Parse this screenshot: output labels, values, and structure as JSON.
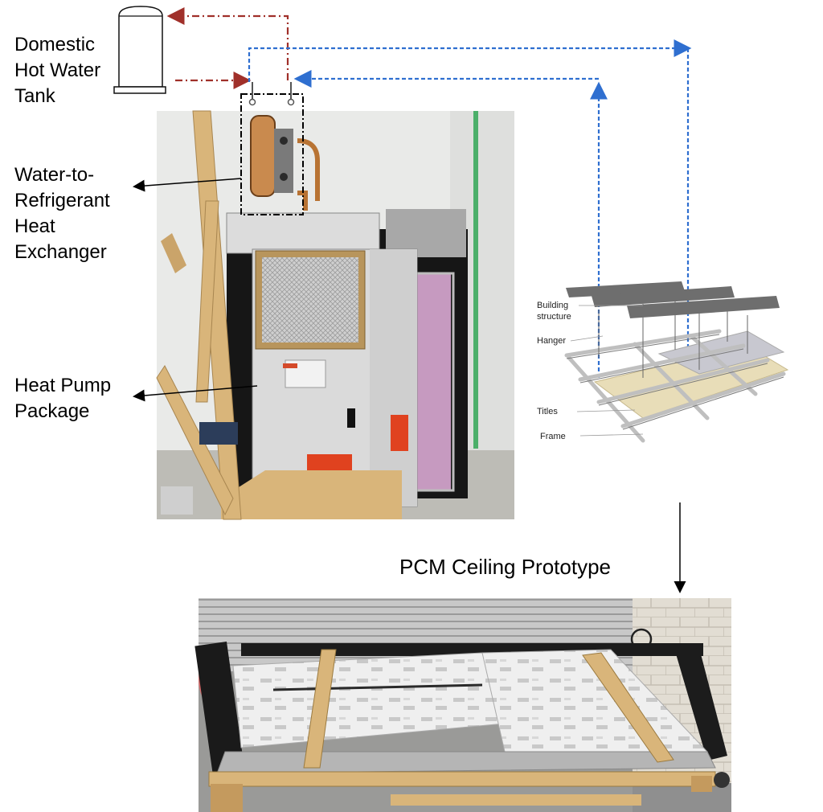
{
  "labels": {
    "tank": [
      "Domestic",
      "Hot Water",
      "Tank"
    ],
    "hx": [
      "Water-to-",
      "Refrigerant",
      "Heat",
      "Exchanger"
    ],
    "hp": [
      "Heat Pump",
      "Package"
    ],
    "caption": "PCM Ceiling Prototype"
  },
  "ceiling_labels": {
    "building": [
      "Building",
      "structure"
    ],
    "hanger": "Hanger",
    "titles": "Titles",
    "frame": "Frame"
  },
  "colors": {
    "hot_line": "#a0302a",
    "cold_line": "#2f6fd0",
    "tile": "#e8ddb8",
    "beam": "#6e6e6e",
    "wood": "#d9b57a"
  }
}
